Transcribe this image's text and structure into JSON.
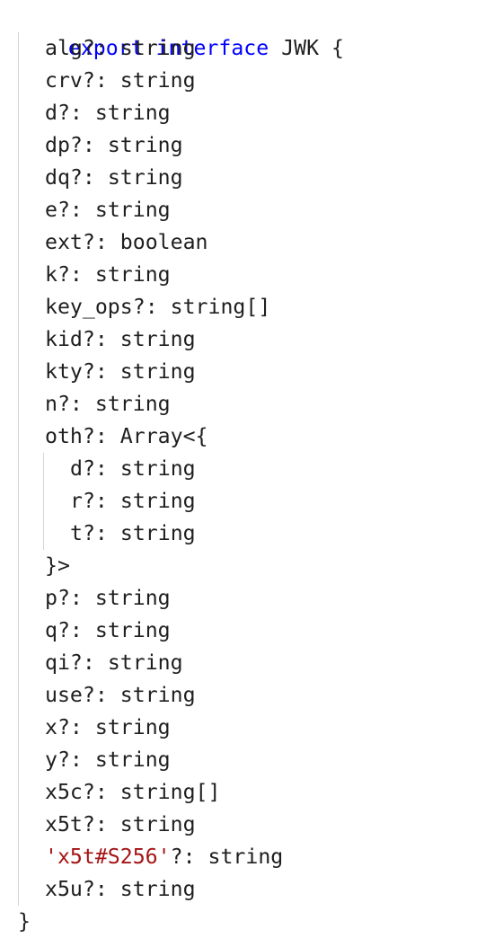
{
  "editor": {
    "header": {
      "keyword_export": "export",
      "keyword_interface": "interface",
      "name": "JWK",
      "open_brace": "{"
    },
    "fields": [
      {
        "name": "alg",
        "optional": "?:",
        "type": "string"
      },
      {
        "name": "crv",
        "optional": "?:",
        "type": "string"
      },
      {
        "name": "d",
        "optional": "?:",
        "type": "string"
      },
      {
        "name": "dp",
        "optional": "?:",
        "type": "string"
      },
      {
        "name": "dq",
        "optional": "?:",
        "type": "string"
      },
      {
        "name": "e",
        "optional": "?:",
        "type": "string"
      },
      {
        "name": "ext",
        "optional": "?:",
        "type": "boolean"
      },
      {
        "name": "k",
        "optional": "?:",
        "type": "string"
      },
      {
        "name": "key_ops",
        "optional": "?:",
        "type": "string[]"
      },
      {
        "name": "kid",
        "optional": "?:",
        "type": "string"
      },
      {
        "name": "kty",
        "optional": "?:",
        "type": "string"
      },
      {
        "name": "n",
        "optional": "?:",
        "type": "string"
      }
    ],
    "oth": {
      "name": "oth",
      "optional": "?:",
      "type_open": "Array<{",
      "fields": [
        {
          "name": "d",
          "optional": "?:",
          "type": "string"
        },
        {
          "name": "r",
          "optional": "?:",
          "type": "string"
        },
        {
          "name": "t",
          "optional": "?:",
          "type": "string"
        }
      ],
      "type_close": "}>"
    },
    "fields_after": [
      {
        "name": "p",
        "optional": "?:",
        "type": "string"
      },
      {
        "name": "q",
        "optional": "?:",
        "type": "string"
      },
      {
        "name": "qi",
        "optional": "?:",
        "type": "string"
      },
      {
        "name": "use",
        "optional": "?:",
        "type": "string"
      },
      {
        "name": "x",
        "optional": "?:",
        "type": "string"
      },
      {
        "name": "y",
        "optional": "?:",
        "type": "string"
      },
      {
        "name": "x5c",
        "optional": "?:",
        "type": "string[]"
      },
      {
        "name": "x5t",
        "optional": "?:",
        "type": "string"
      }
    ],
    "quoted_field": {
      "name": "'x5t#S256'",
      "optional": "?:",
      "type": "string"
    },
    "last_field": {
      "name": "x5u",
      "optional": "?:",
      "type": "string"
    },
    "close_brace": "}"
  },
  "colors": {
    "keyword": "#0000ff",
    "string_literal": "#a31515",
    "text": "#1f1f1f",
    "indent_guide": "#d4d4d4"
  }
}
